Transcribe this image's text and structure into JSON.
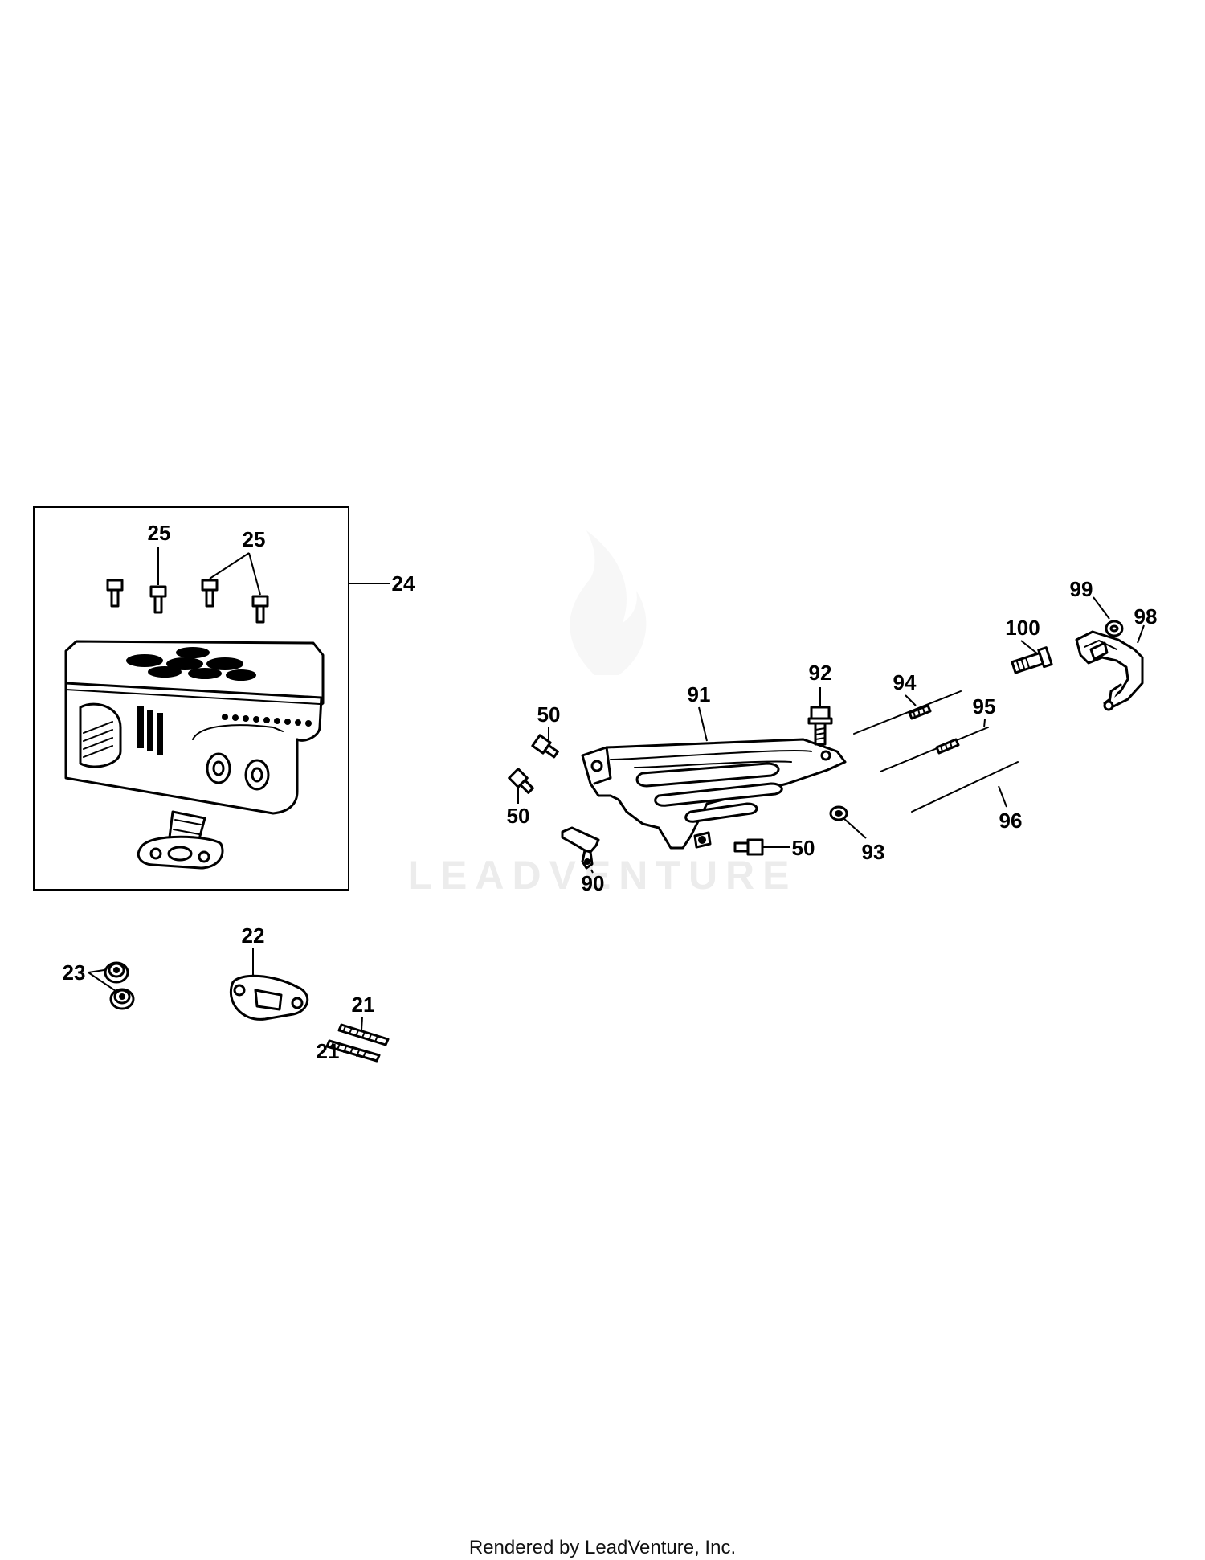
{
  "watermark": "LEADVENTURE",
  "footer": "Rendered by LeadVenture, Inc.",
  "callouts": {
    "c21a": "21",
    "c21b": "21",
    "c22": "22",
    "c23": "23",
    "c24": "24",
    "c25a": "25",
    "c25b": "25",
    "c50a": "50",
    "c50b": "50",
    "c50c": "50",
    "c90": "90",
    "c91": "91",
    "c92": "92",
    "c93": "93",
    "c94": "94",
    "c95": "95",
    "c96": "96",
    "c98": "98",
    "c99": "99",
    "c100": "100"
  }
}
